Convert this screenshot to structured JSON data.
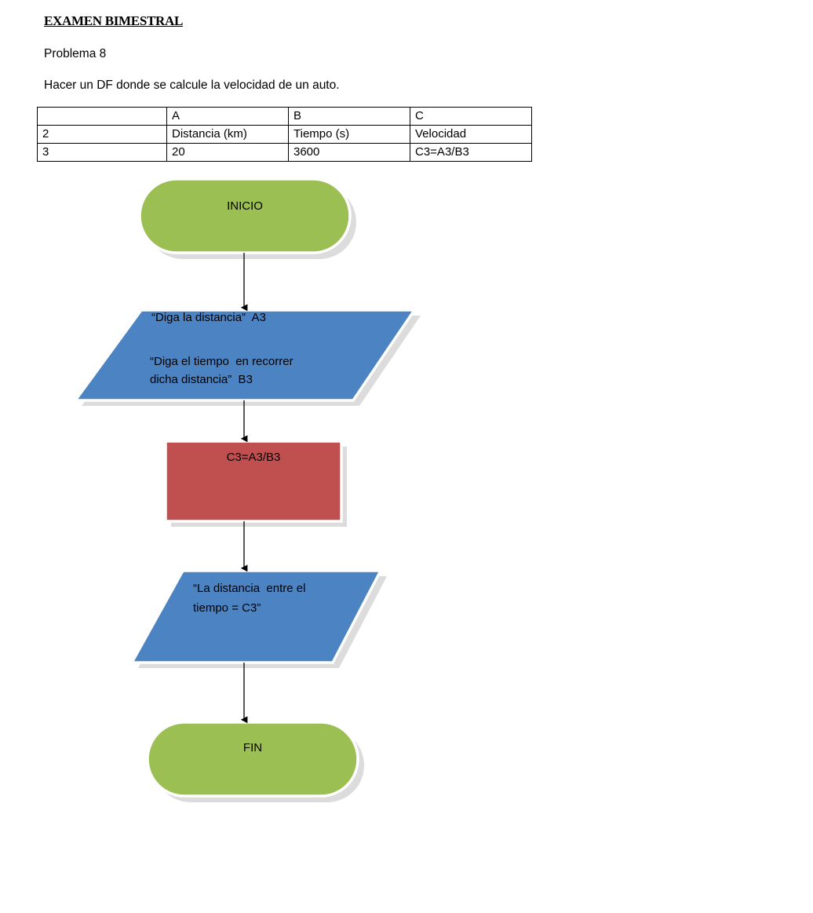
{
  "document": {
    "title": "EXAMEN BIMESTRAL",
    "problem_label": "Problema 8",
    "statement": "Hacer un DF donde se calcule la velocidad de un auto."
  },
  "table": {
    "headers": [
      "",
      "A",
      "B",
      "C"
    ],
    "rows": [
      [
        "2",
        "Distancia (km)",
        "Tiempo (s)",
        "Velocidad"
      ],
      [
        "3",
        "20",
        "3600",
        "C3=A3/B3"
      ]
    ]
  },
  "flowchart": {
    "colors": {
      "terminator_fill": "#9BBF52",
      "io_fill": "#4C83C3",
      "process_fill": "#C04F4F",
      "shape_border": "#FFFFFF",
      "shadow": "#D9D9D9",
      "connector": "#000000"
    },
    "nodes": [
      {
        "id": "start",
        "type": "terminator",
        "shape": "stadium",
        "label": "INICIO"
      },
      {
        "id": "input",
        "type": "input-output",
        "shape": "parallelogram",
        "label_line1": "“Diga la distancia”  A3",
        "label_line2": "“Diga el tiempo  en recorrer",
        "label_line3": "dicha distancia”  B3"
      },
      {
        "id": "process",
        "type": "process",
        "shape": "rectangle",
        "label": "C3=A3/B3"
      },
      {
        "id": "output",
        "type": "input-output",
        "shape": "parallelogram",
        "label_line1": "“La distancia  entre el",
        "label_line2": "tiempo = C3”"
      },
      {
        "id": "end",
        "type": "terminator",
        "shape": "stadium",
        "label": "FIN"
      }
    ],
    "connectors": [
      {
        "from": "start",
        "to": "input"
      },
      {
        "from": "input",
        "to": "process"
      },
      {
        "from": "process",
        "to": "output"
      },
      {
        "from": "output",
        "to": "end"
      }
    ]
  }
}
